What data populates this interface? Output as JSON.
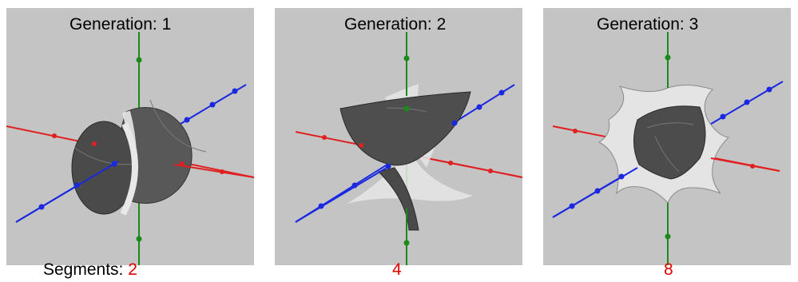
{
  "panels": [
    {
      "title": "Generation: 1",
      "segments": "2"
    },
    {
      "title": "Generation: 2",
      "segments": "4"
    },
    {
      "title": "Generation: 3",
      "segments": "8"
    }
  ],
  "segments_label": "Segments:",
  "colors": {
    "x_axis": "#e02020",
    "y_axis": "#1a28e0",
    "z_axis": "#1a8a1a",
    "panel_background": "#c4c4c4",
    "segment_count_text": "#e00000",
    "shell_dark": "#4a4a4a",
    "shell_light": "#e6e6e6"
  }
}
